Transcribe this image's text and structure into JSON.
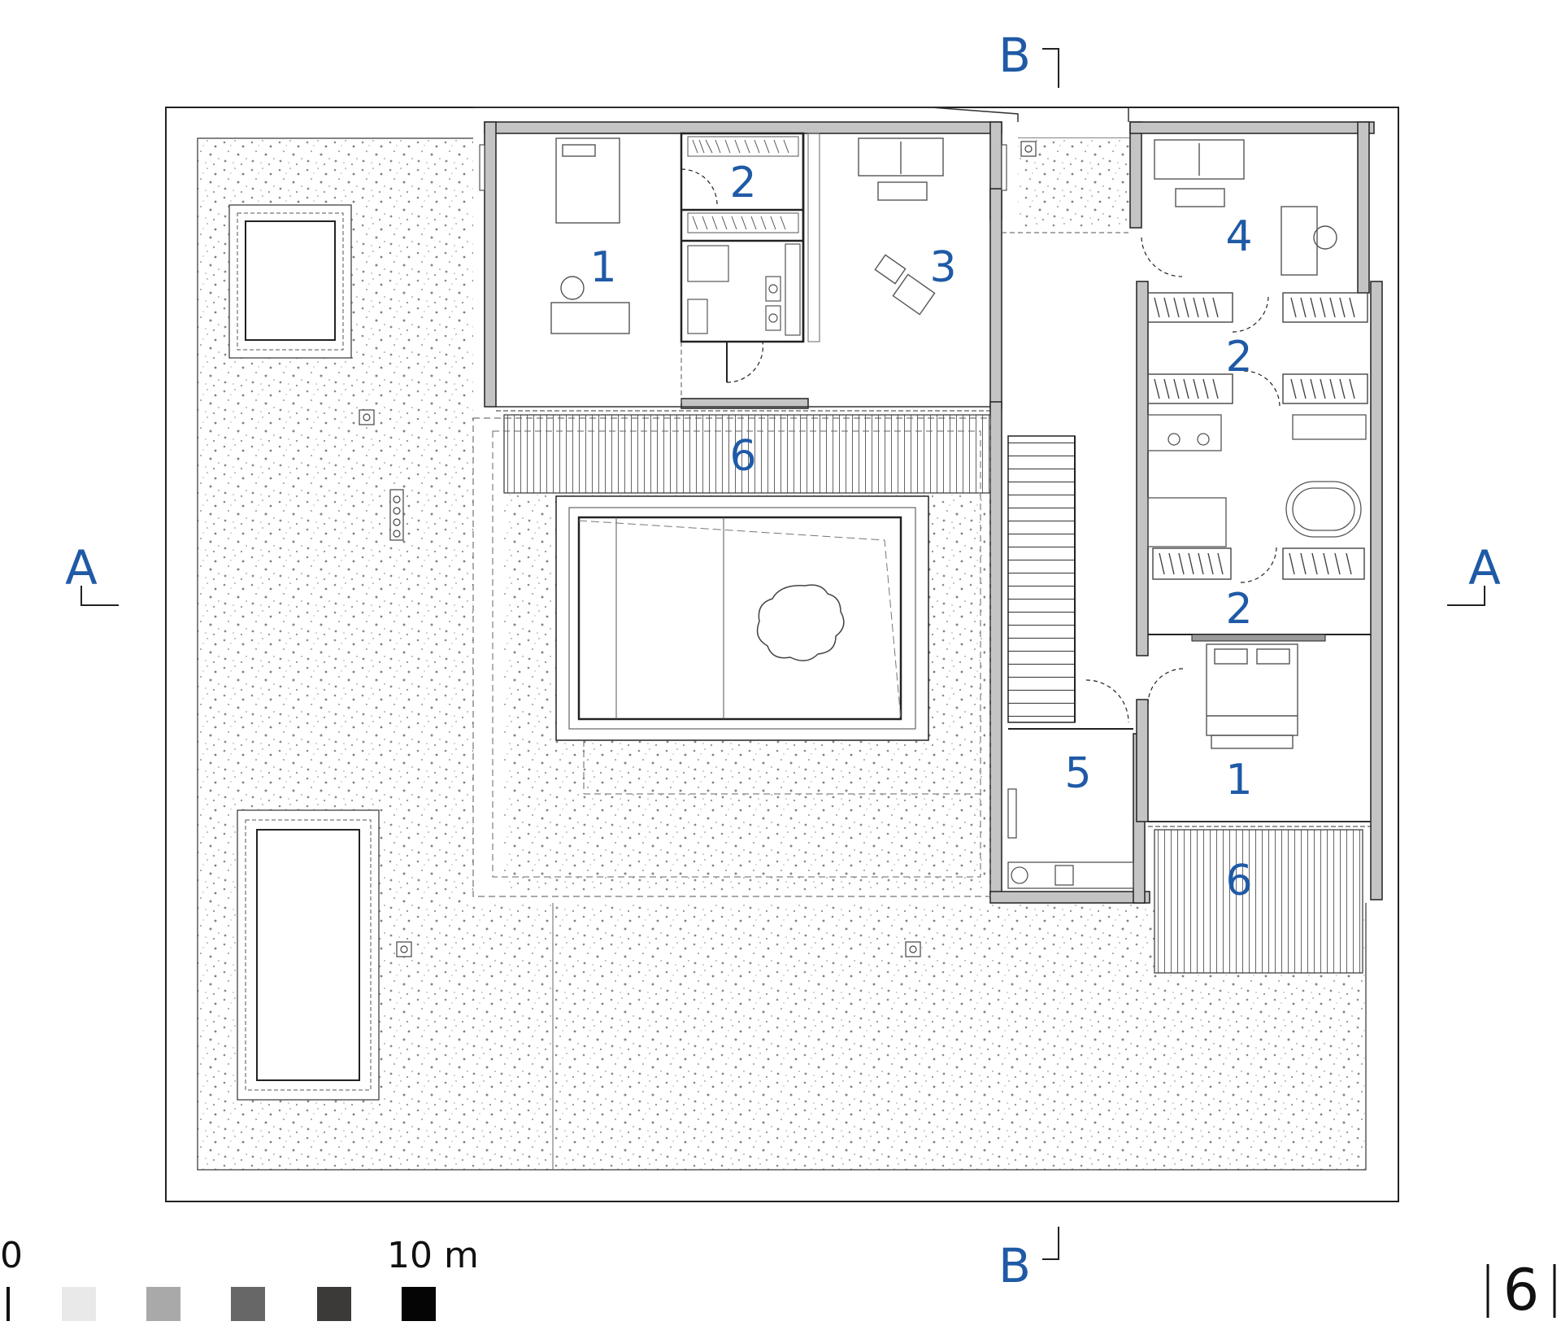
{
  "colors": {
    "label": "#1f5aa6",
    "line": "#222222",
    "wall_fill": "#bdbdbd",
    "gravel": "#ebebeb",
    "deck": "#f2f2f2"
  },
  "rooms": [
    {
      "id": "room-1-study",
      "text": "1"
    },
    {
      "id": "room-2-wardrobe-top",
      "text": "2"
    },
    {
      "id": "room-3-living",
      "text": "3"
    },
    {
      "id": "room-4-lounge",
      "text": "4"
    },
    {
      "id": "room-2-wardrobe-right",
      "text": "2"
    },
    {
      "id": "room-2-wardrobe-lower",
      "text": "2"
    },
    {
      "id": "room-6-terrace-top",
      "text": "6"
    },
    {
      "id": "room-5-utility",
      "text": "5"
    },
    {
      "id": "room-1-bedroom",
      "text": "1"
    },
    {
      "id": "room-6-terrace-right",
      "text": "6"
    }
  ],
  "sections": {
    "a_left": "A",
    "a_right": "A",
    "b_top": "B",
    "b_bottom": "B"
  },
  "scale_bar": {
    "start_label": "0",
    "end_label": "10 m",
    "swatches": [
      "#111111",
      "#e9e9e9",
      "#a9a9a9",
      "#676767",
      "#3c3a39",
      "#050505"
    ]
  },
  "page_number": "6"
}
